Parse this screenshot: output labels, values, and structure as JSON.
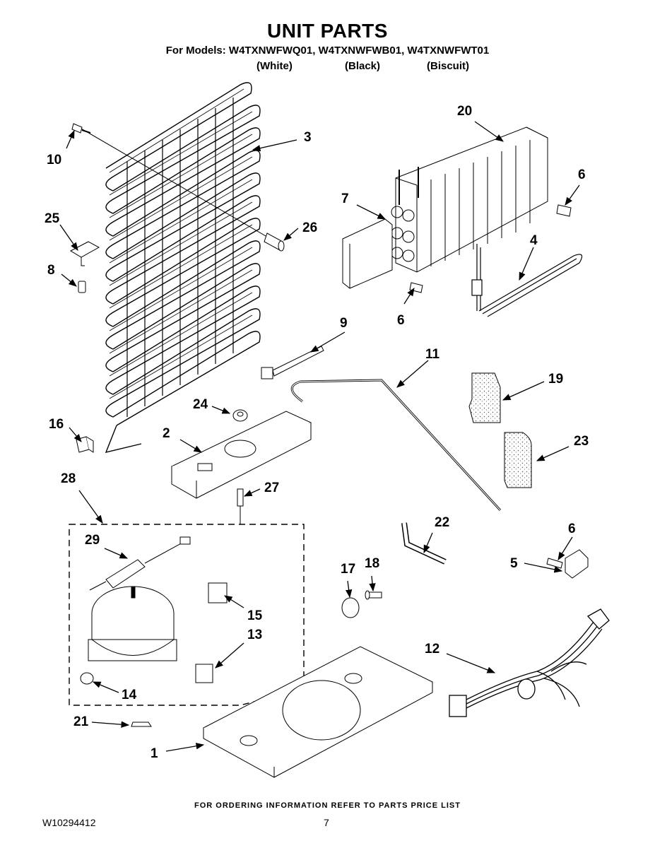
{
  "header": {
    "title": "UNIT PARTS",
    "models_line": "For Models: W4TXNWFWQ01, W4TXNWFWB01, W4TXNWFWT01",
    "variants": [
      "(White)",
      "(Black)",
      "(Biscuit)"
    ]
  },
  "callouts": [
    "1",
    "2",
    "3",
    "4",
    "5",
    "6",
    "6",
    "6",
    "7",
    "8",
    "9",
    "10",
    "11",
    "12",
    "13",
    "14",
    "15",
    "16",
    "17",
    "18",
    "19",
    "20",
    "21",
    "22",
    "23",
    "24",
    "25",
    "26",
    "27",
    "28",
    "29"
  ],
  "footer": {
    "ordering_note": "FOR ORDERING INFORMATION REFER TO PARTS PRICE LIST",
    "doc_number": "W10294412",
    "page_number": "7"
  }
}
